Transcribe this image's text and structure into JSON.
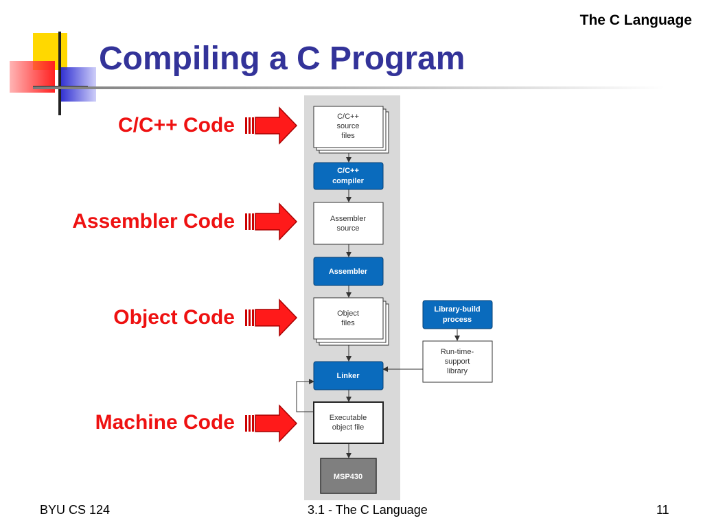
{
  "header": {
    "label": "The C Language"
  },
  "slide": {
    "title": "Compiling a C Program"
  },
  "code_labels": [
    "C/C++ Code",
    "Assembler Code",
    "Object Code",
    "Machine Code"
  ],
  "diagram": {
    "source_files": [
      "C/C++",
      "source",
      "files"
    ],
    "compiler": [
      "C/C++",
      "compiler"
    ],
    "assembler_source": [
      "Assembler",
      "source"
    ],
    "assembler": "Assembler",
    "object_files": [
      "Object",
      "files"
    ],
    "linker": "Linker",
    "executable": [
      "Executable",
      "object file"
    ],
    "msp430": "MSP430",
    "library_build": [
      "Library-build",
      "process"
    ],
    "runtime_library": [
      "Run-time-",
      "support",
      "library"
    ]
  },
  "colors": {
    "title": "#333399",
    "code_label": "#ee1111",
    "process_box": "#0a6bbd",
    "target_box": "#7f7f7f",
    "panel": "#d9d9d9"
  },
  "footer": {
    "left": "BYU CS 124",
    "center": "3.1 - The C Language",
    "page_number": "11"
  }
}
